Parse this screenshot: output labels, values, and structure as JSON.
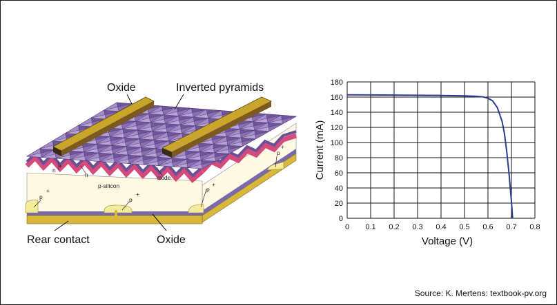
{
  "diagram": {
    "labels": {
      "oxide_top": "Oxide",
      "inverted_pyramids": "Inverted pyramids",
      "rear_contact": "Rear contact",
      "oxide_bottom": "Oxide"
    },
    "small_labels": {
      "n_plus": "n",
      "n_plus_sup": "+",
      "n": "n",
      "oxide": "oxide",
      "p_silicon": "p-silicon",
      "p_plus": "p",
      "p_plus_sup": "+"
    },
    "colors": {
      "finger": "#c9a62b",
      "finger_dark": "#3a2a1a",
      "pyramid": "#8c6fb3",
      "pyramid_light": "#b8a3d6",
      "n_layer": "#d44a7a",
      "bulk": "#fdf9e3",
      "rear_metal": "#d8b83a",
      "rear_oxide": "#7b6aa8"
    }
  },
  "chart_data": {
    "type": "line",
    "xlabel": "Voltage (V)",
    "ylabel": "Current (mA)",
    "xlim": [
      0,
      0.8
    ],
    "ylim": [
      0,
      180
    ],
    "x_ticks": [
      "0",
      "0.1",
      "0.2",
      "0.3",
      "0.4",
      "0.5",
      "0.6",
      "0.7",
      "0.8"
    ],
    "y_ticks": [
      "0",
      "20",
      "40",
      "60",
      "80",
      "100",
      "120",
      "140",
      "160",
      "180"
    ],
    "grid": true,
    "series": [
      {
        "color": "#2a3a8c",
        "x": [
          0,
          0.1,
          0.2,
          0.3,
          0.4,
          0.5,
          0.55,
          0.58,
          0.6,
          0.62,
          0.64,
          0.66,
          0.67,
          0.68,
          0.69,
          0.7,
          0.705
        ],
        "y": [
          163,
          162.8,
          162.6,
          162.4,
          162.1,
          161.6,
          161,
          160.2,
          158.5,
          155,
          146,
          128,
          112,
          88,
          58,
          22,
          0
        ]
      }
    ]
  },
  "source": "Source: K. Mertens: textbook-pv.org"
}
